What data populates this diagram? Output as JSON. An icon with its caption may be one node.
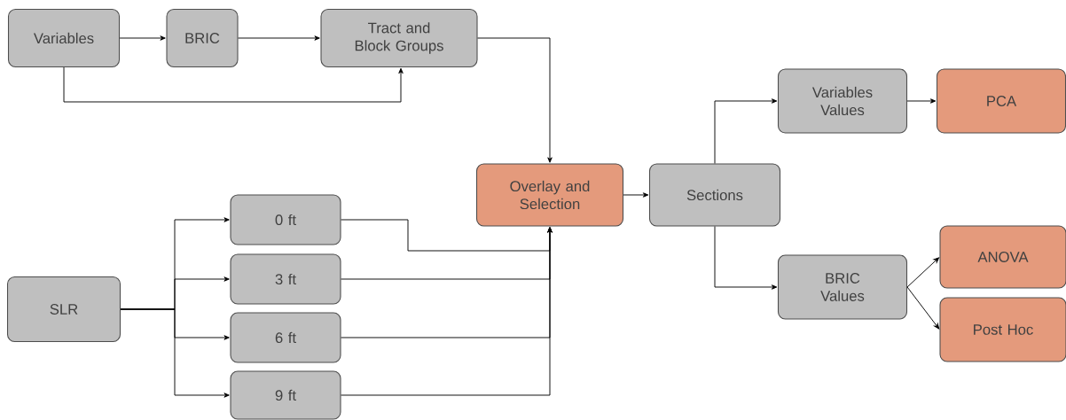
{
  "diagram": {
    "nodes": [
      {
        "text": [
          "Variables"
        ]
      },
      {
        "text": [
          "BRIC"
        ]
      },
      {
        "text": [
          "Tract and Block Groups"
        ]
      },
      {
        "text": [
          "Overlay and Selection"
        ]
      },
      {
        "text": [
          "Sections"
        ]
      },
      {
        "text": [
          "Variables Values"
        ]
      },
      {
        "text": [
          "PCA"
        ]
      },
      {
        "text": [
          "SLR"
        ]
      },
      {
        "text": [
          "0 ft"
        ]
      },
      {
        "text": [
          "3 ft"
        ]
      },
      {
        "text": [
          "6 ft"
        ]
      },
      {
        "text": [
          "9 ft"
        ]
      },
      {
        "text": [
          "BRIC Values"
        ]
      },
      {
        "text": [
          "ANOVA"
        ]
      },
      {
        "text": [
          "Post Hoc"
        ]
      }
    ],
    "edges": [
      {
        "from": 0,
        "to": 1,
        "arrow": "to"
      },
      {
        "from": 1,
        "to": 2,
        "arrow": "to"
      },
      {
        "from": 0,
        "to": 2,
        "arrow": "to"
      },
      {
        "from": 2,
        "to": 3,
        "arrow": "to"
      },
      {
        "from": 7,
        "to": 8,
        "arrow": "to"
      },
      {
        "from": 7,
        "to": 9,
        "arrow": "to"
      },
      {
        "from": 7,
        "to": 10,
        "arrow": "to"
      },
      {
        "from": 7,
        "to": 11,
        "arrow": "to"
      },
      {
        "from": 8,
        "to": 3,
        "arrow": "to"
      },
      {
        "from": 9,
        "to": 3,
        "arrow": "to"
      },
      {
        "from": 10,
        "to": 3,
        "arrow": "to"
      },
      {
        "from": 11,
        "to": 3,
        "arrow": "to"
      },
      {
        "from": 3,
        "to": 4,
        "arrow": "to"
      },
      {
        "from": 4,
        "to": 5,
        "arrow": "to"
      },
      {
        "from": 4,
        "to": 12,
        "arrow": "to"
      },
      {
        "from": 12,
        "to": 13,
        "arrow": "to"
      },
      {
        "from": 12,
        "to": 14,
        "arrow": "to"
      },
      {
        "from": 5,
        "to": 6,
        "arrow": "to"
      }
    ]
  }
}
